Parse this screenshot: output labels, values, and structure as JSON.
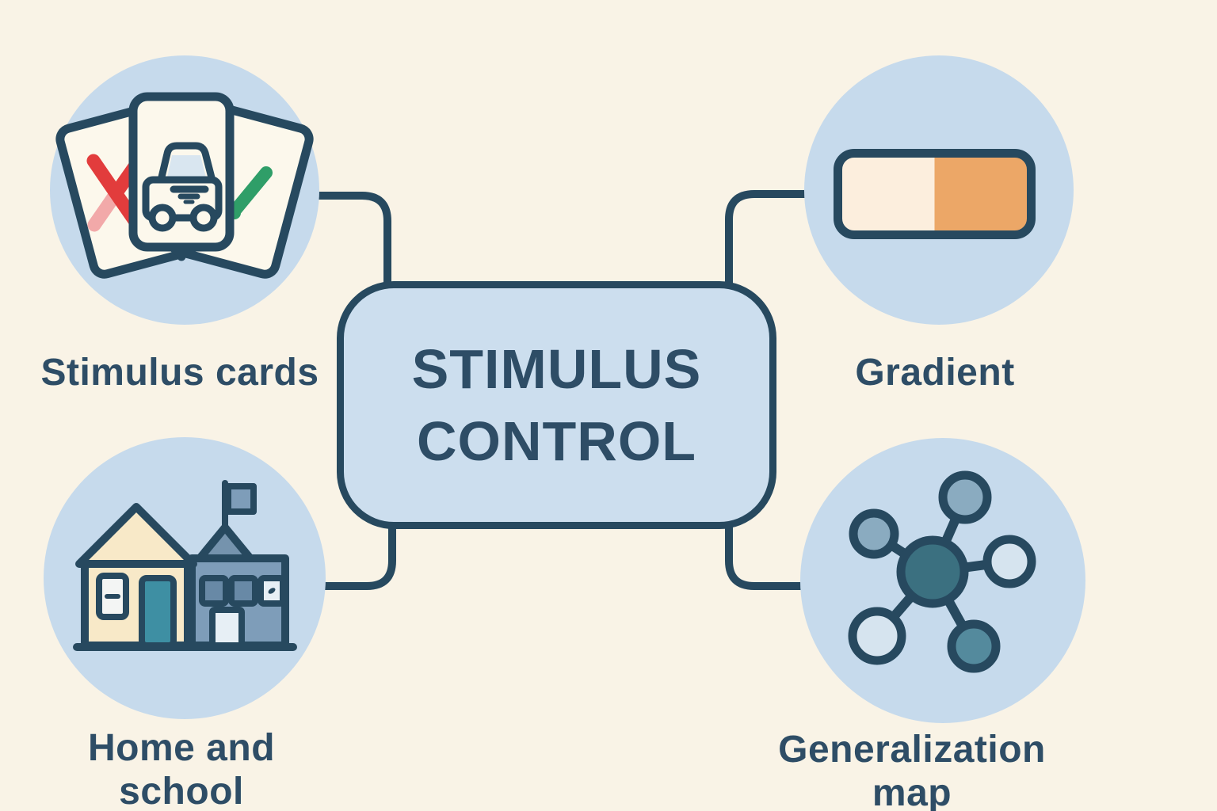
{
  "title": {
    "line1": "STIMULUS",
    "line2": "CONTROL"
  },
  "nodes": [
    {
      "label": "Stimulus cards",
      "position": "top-left",
      "icon": "stimulus-cards-icon"
    },
    {
      "label": "Gradient",
      "position": "top-right",
      "icon": "gradient-bar-icon"
    },
    {
      "label": "Home and school",
      "position": "bottom-left",
      "icon": "home-and-school-icon"
    },
    {
      "label": "Generalization map",
      "position": "bottom-right",
      "icon": "generalization-map-icon"
    }
  ],
  "colors": {
    "bg": "#F9F3E6",
    "nodeCircle": "#C6DAEC",
    "boxFill": "#CCDEEE",
    "outline": "#27495F",
    "text": "#2E4D66",
    "card": "#FCF8EC",
    "glass": "#D9E6F0",
    "red": "#E23C3C",
    "redLight": "#F2A9A9",
    "green": "#2F9E68",
    "gradLeft": "#FCEEDD",
    "gradRight": "#ECA767",
    "house": "#F8E9C8",
    "door": "#3E8FA3",
    "window": "#F3F5F4",
    "school": "#7E9DB9",
    "schoolRoof": "#7593AD",
    "schoolWindow": "#6889A6",
    "lightWindow": "#E7EFF5",
    "netCenter": "#3B7080",
    "netNode": "#8AABC0",
    "netTeal": "#548A9D",
    "netEmpty": "#D6E4EF"
  }
}
